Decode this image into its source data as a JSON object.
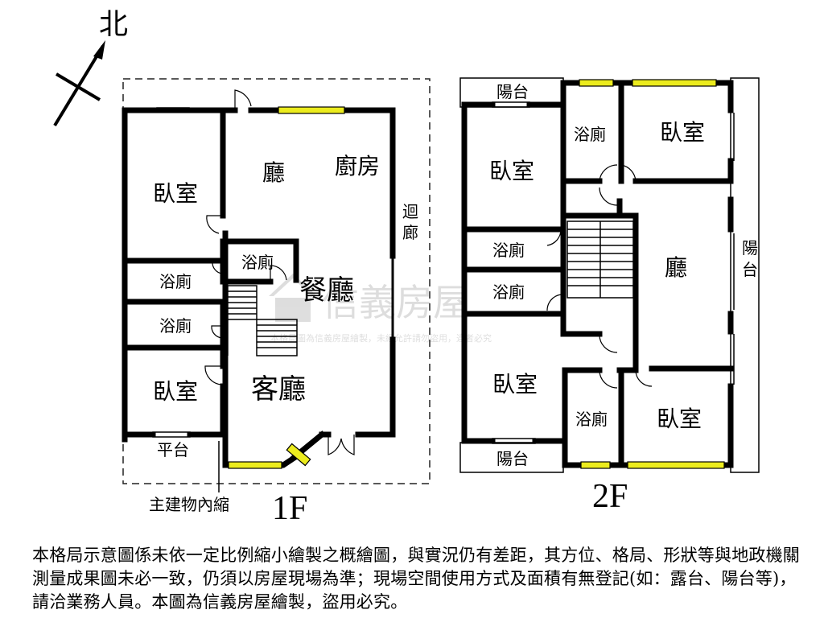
{
  "compass": {
    "north_label": "北"
  },
  "floor1": {
    "title": "1F",
    "rooms": {
      "bedroom_north": "臥室",
      "hall": "廳",
      "kitchen": "廚房",
      "corridor_top": "迴",
      "corridor_bottom": "廊",
      "bath_inner": "浴廁",
      "dining": "餐廳",
      "bath_upper": "浴廁",
      "bath_lower": "浴廁",
      "bedroom_south": "臥室",
      "living": "客廳",
      "platform": "平台"
    },
    "note_label": "主建物內縮"
  },
  "floor2": {
    "title": "2F",
    "rooms": {
      "balcony_top": "陽台",
      "bath_top": "浴廁",
      "bedroom_ne": "臥室",
      "bedroom_nw": "臥室",
      "bath_left_upper": "浴廁",
      "bath_left_lower": "浴廁",
      "hall": "廳",
      "balcony_side_top": "陽",
      "balcony_side_bottom": "台",
      "bedroom_sw": "臥室",
      "bath_bottom": "浴廁",
      "bedroom_se": "臥室",
      "balcony_bottom": "陽台"
    }
  },
  "watermark": {
    "brand": "信義房屋",
    "caption": "本格局圖為信義房屋繪製，未經允許請勿盜用，違者必究"
  },
  "disclaimer": "本格局示意圖係未依一定比例縮小繪製之概繪圖，與實況仍有差距，其方位、格局、形狀等與地政機關測量成果圖未必一致，仍須以房屋現場為準；現場空間使用方式及面積有無登記(如：露台、陽台等)，請洽業務人員。本圖為信義房屋繪製，盜用必究。",
  "colors": {
    "window": "#ecec1e",
    "wall": "#000000"
  }
}
